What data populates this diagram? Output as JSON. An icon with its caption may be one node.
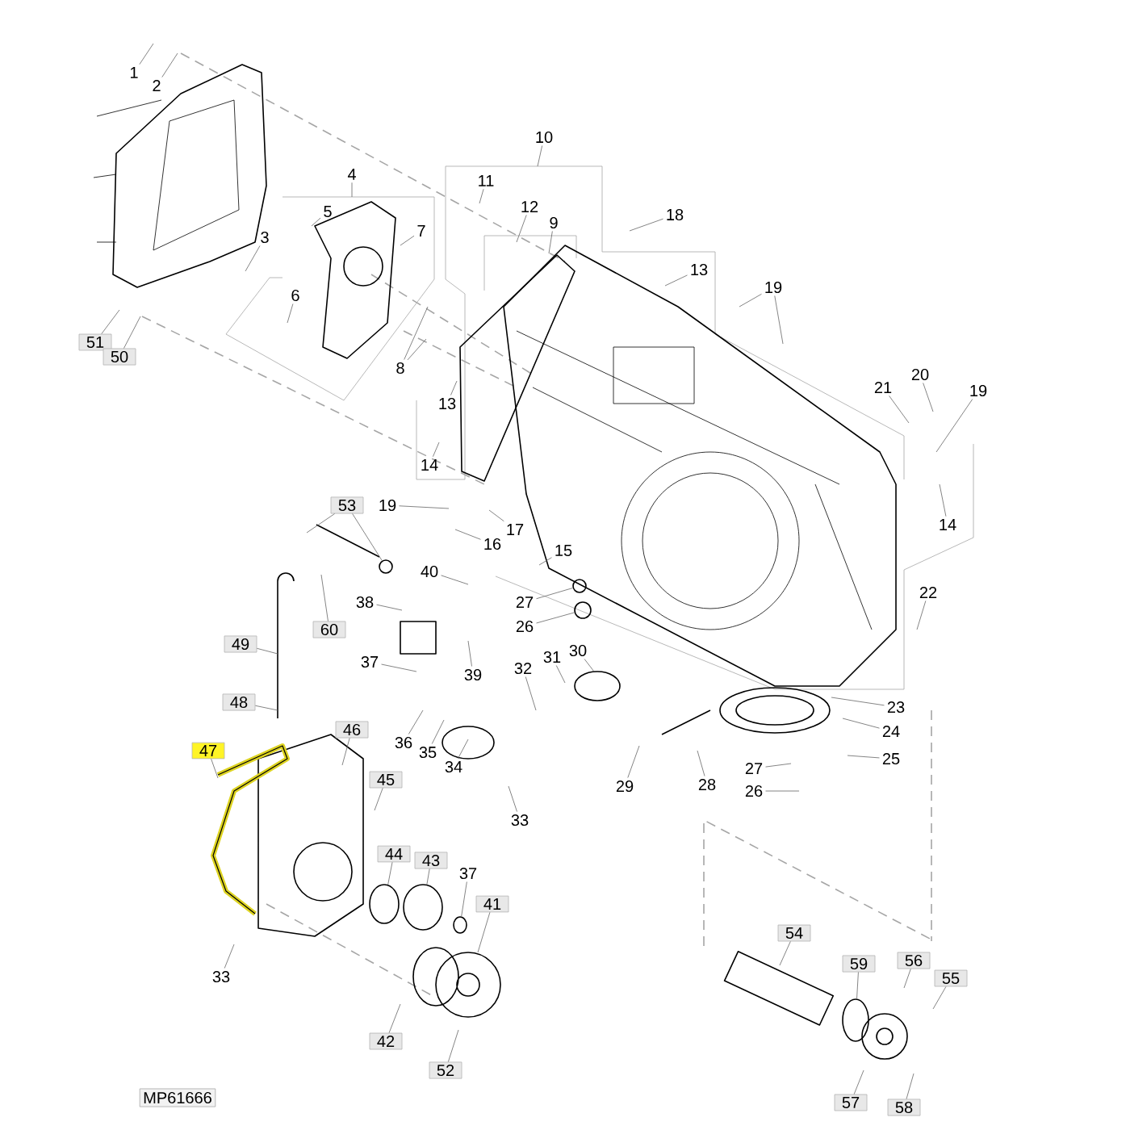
{
  "diagram": {
    "nodes": [
      {
        "text": [
          "1"
        ]
      },
      {
        "text": [
          "2"
        ]
      },
      {
        "text": [
          "10"
        ]
      },
      {
        "text": [
          "4"
        ]
      },
      {
        "text": [
          "11"
        ]
      },
      {
        "text": [
          "12"
        ]
      },
      {
        "text": [
          "18"
        ]
      },
      {
        "text": [
          "5"
        ]
      },
      {
        "text": [
          "9"
        ]
      },
      {
        "text": [
          "7"
        ]
      },
      {
        "text": [
          "3"
        ]
      },
      {
        "text": [
          "13"
        ]
      },
      {
        "text": [
          "19"
        ]
      },
      {
        "text": [
          "6"
        ]
      },
      {
        "text": [
          "51"
        ]
      },
      {
        "text": [
          "50"
        ]
      },
      {
        "text": [
          "8"
        ]
      },
      {
        "text": [
          "20"
        ]
      },
      {
        "text": [
          "21"
        ]
      },
      {
        "text": [
          "19"
        ]
      },
      {
        "text": [
          "13"
        ]
      },
      {
        "text": [
          "14"
        ]
      },
      {
        "text": [
          "53"
        ]
      },
      {
        "text": [
          "19"
        ]
      },
      {
        "text": [
          "17"
        ]
      },
      {
        "text": [
          "14"
        ]
      },
      {
        "text": [
          "16"
        ]
      },
      {
        "text": [
          "15"
        ]
      },
      {
        "text": [
          "40"
        ]
      },
      {
        "text": [
          "22"
        ]
      },
      {
        "text": [
          "38"
        ]
      },
      {
        "text": [
          "27"
        ]
      },
      {
        "text": [
          "60"
        ]
      },
      {
        "text": [
          "26"
        ]
      },
      {
        "text": [
          "30"
        ]
      },
      {
        "text": [
          "49"
        ]
      },
      {
        "text": [
          "31"
        ]
      },
      {
        "text": [
          "32"
        ]
      },
      {
        "text": [
          "37"
        ]
      },
      {
        "text": [
          "39"
        ]
      },
      {
        "text": [
          "48"
        ]
      },
      {
        "text": [
          "23"
        ]
      },
      {
        "text": [
          "24"
        ]
      },
      {
        "text": [
          "46"
        ]
      },
      {
        "text": [
          "36"
        ]
      },
      {
        "text": [
          "35"
        ]
      },
      {
        "text": [
          "47"
        ]
      },
      {
        "text": [
          "25"
        ]
      },
      {
        "text": [
          "34"
        ]
      },
      {
        "text": [
          "27"
        ]
      },
      {
        "text": [
          "45"
        ]
      },
      {
        "text": [
          "29"
        ]
      },
      {
        "text": [
          "28"
        ]
      },
      {
        "text": [
          "26"
        ]
      },
      {
        "text": [
          "33"
        ]
      },
      {
        "text": [
          "44"
        ]
      },
      {
        "text": [
          "43"
        ]
      },
      {
        "text": [
          "37"
        ]
      },
      {
        "text": [
          "41"
        ]
      },
      {
        "text": [
          "54"
        ]
      },
      {
        "text": [
          "56"
        ]
      },
      {
        "text": [
          "59"
        ]
      },
      {
        "text": [
          "33"
        ]
      },
      {
        "text": [
          "55"
        ]
      },
      {
        "text": [
          "42"
        ]
      },
      {
        "text": [
          "52"
        ]
      },
      {
        "text": [
          "57"
        ]
      },
      {
        "text": [
          "58"
        ]
      },
      {
        "text": [],
        "shape": "circle"
      },
      {
        "text": [],
        "shape": "circle"
      },
      {
        "text": [],
        "shape": "circle"
      },
      {
        "text": [],
        "shape": "circle"
      },
      {
        "text": [],
        "shape": "circle"
      },
      {
        "text": [],
        "shape": "circle"
      },
      {
        "text": [],
        "shape": "circle"
      }
    ],
    "edges": [
      {
        "from": 0,
        "to": null,
        "arrow": "none"
      },
      {
        "from": 1,
        "to": null,
        "arrow": "none"
      },
      {
        "from": 2,
        "to": null,
        "arrow": "none"
      },
      {
        "from": 3,
        "to": null,
        "arrow": "none"
      },
      {
        "from": 4,
        "to": null,
        "arrow": "none"
      },
      {
        "from": 5,
        "to": null,
        "arrow": "none"
      },
      {
        "from": 6,
        "to": null,
        "arrow": "none"
      },
      {
        "from": 7,
        "to": null,
        "arrow": "none"
      },
      {
        "from": 8,
        "to": null,
        "arrow": "none"
      },
      {
        "from": 9,
        "to": null,
        "arrow": "none"
      },
      {
        "from": 10,
        "to": null,
        "arrow": "none"
      },
      {
        "from": 11,
        "to": null,
        "arrow": "none"
      },
      {
        "from": 12,
        "to": null,
        "arrow": "none"
      },
      {
        "from": 12,
        "to": null,
        "arrow": "none"
      },
      {
        "from": 13,
        "to": null,
        "arrow": "none"
      },
      {
        "from": 14,
        "to": null,
        "arrow": "none"
      },
      {
        "from": 15,
        "to": null,
        "arrow": "none"
      },
      {
        "from": 16,
        "to": null,
        "arrow": "none"
      },
      {
        "from": 16,
        "to": null,
        "arrow": "none"
      },
      {
        "from": 17,
        "to": null,
        "arrow": "none"
      },
      {
        "from": 18,
        "to": null,
        "arrow": "none"
      },
      {
        "from": 19,
        "to": null,
        "arrow": "none"
      },
      {
        "from": 20,
        "to": null,
        "arrow": "none"
      },
      {
        "from": 21,
        "to": null,
        "arrow": "none"
      },
      {
        "from": 22,
        "to": null,
        "arrow": "none"
      },
      {
        "from": 22,
        "to": 68,
        "arrow": "none"
      },
      {
        "from": 23,
        "to": null,
        "arrow": "none"
      },
      {
        "from": 24,
        "to": null,
        "arrow": "none"
      },
      {
        "from": 25,
        "to": null,
        "arrow": "none"
      },
      {
        "from": 26,
        "to": null,
        "arrow": "none"
      },
      {
        "from": 27,
        "to": null,
        "arrow": "none"
      },
      {
        "from": 28,
        "to": null,
        "arrow": "none"
      },
      {
        "from": 29,
        "to": null,
        "arrow": "none"
      },
      {
        "from": 30,
        "to": null,
        "arrow": "none"
      },
      {
        "from": 31,
        "to": 69,
        "arrow": "none"
      },
      {
        "from": 32,
        "to": null,
        "arrow": "none"
      },
      {
        "from": 33,
        "to": 70,
        "arrow": "none"
      },
      {
        "from": 34,
        "to": null,
        "arrow": "none"
      },
      {
        "from": 35,
        "to": null,
        "arrow": "none"
      },
      {
        "from": 36,
        "to": null,
        "arrow": "none"
      },
      {
        "from": 37,
        "to": null,
        "arrow": "none"
      },
      {
        "from": 38,
        "to": null,
        "arrow": "none"
      },
      {
        "from": 39,
        "to": null,
        "arrow": "none"
      },
      {
        "from": 40,
        "to": null,
        "arrow": "none"
      },
      {
        "from": 41,
        "to": null,
        "arrow": "none"
      },
      {
        "from": 42,
        "to": null,
        "arrow": "none"
      },
      {
        "from": 43,
        "to": null,
        "arrow": "none"
      },
      {
        "from": 44,
        "to": null,
        "arrow": "none"
      },
      {
        "from": 45,
        "to": null,
        "arrow": "none"
      },
      {
        "from": 46,
        "to": null,
        "arrow": "none"
      },
      {
        "from": 47,
        "to": null,
        "arrow": "none"
      },
      {
        "from": 48,
        "to": null,
        "arrow": "none"
      },
      {
        "from": 49,
        "to": null,
        "arrow": "none"
      },
      {
        "from": 50,
        "to": null,
        "arrow": "none"
      },
      {
        "from": 51,
        "to": null,
        "arrow": "none"
      },
      {
        "from": 52,
        "to": null,
        "arrow": "none"
      },
      {
        "from": 53,
        "to": null,
        "arrow": "none"
      },
      {
        "from": 54,
        "to": null,
        "arrow": "none"
      },
      {
        "from": 55,
        "to": 71,
        "arrow": "none"
      },
      {
        "from": 56,
        "to": 74,
        "arrow": "none"
      },
      {
        "from": 57,
        "to": 72,
        "arrow": "none"
      },
      {
        "from": 58,
        "to": null,
        "arrow": "none"
      },
      {
        "from": 59,
        "to": null,
        "arrow": "none"
      },
      {
        "from": 60,
        "to": null,
        "arrow": "none"
      },
      {
        "from": 61,
        "to": 73,
        "arrow": "none"
      },
      {
        "from": 62,
        "to": null,
        "arrow": "none"
      },
      {
        "from": 63,
        "to": null,
        "arrow": "none"
      },
      {
        "from": 64,
        "to": null,
        "arrow": "none"
      },
      {
        "from": 65,
        "to": null,
        "arrow": "none"
      },
      {
        "from": 66,
        "to": null,
        "arrow": "none"
      },
      {
        "from": 67,
        "to": null,
        "arrow": "none"
      }
    ],
    "labels": [
      "MP61666"
    ]
  }
}
